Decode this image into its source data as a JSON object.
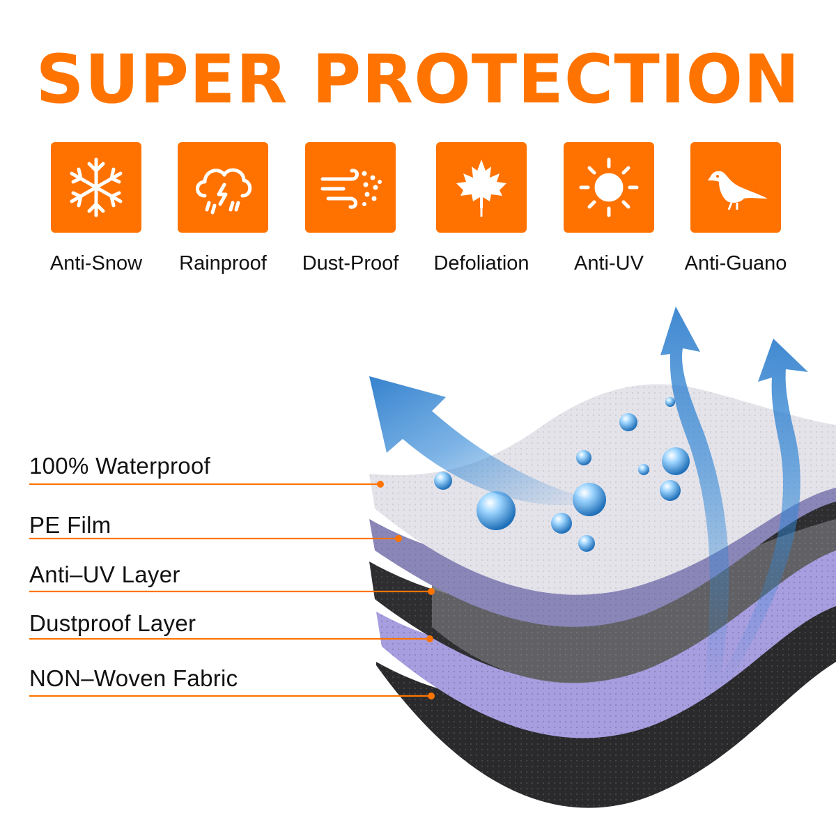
{
  "title": "SUPER PROTECTION",
  "features": [
    {
      "label": "Anti-Snow",
      "icon": "snowflake-icon"
    },
    {
      "label": "Rainproof",
      "icon": "storm-cloud-icon"
    },
    {
      "label": "Dust-Proof",
      "icon": "wind-dust-icon"
    },
    {
      "label": "Defoliation",
      "icon": "maple-leaf-icon"
    },
    {
      "label": "Anti-UV",
      "icon": "sun-icon"
    },
    {
      "label": "Anti-Guano",
      "icon": "bird-icon"
    }
  ],
  "layers": [
    {
      "label": "100% Waterproof"
    },
    {
      "label": "PE Film"
    },
    {
      "label": "Anti–UV Layer"
    },
    {
      "label": "Dustproof Layer"
    },
    {
      "label": "NON–Woven Fabric"
    }
  ],
  "colors": {
    "accent": "#ff7400",
    "arrow_blue": "#2f86d6",
    "layer_white": "#e4e3ea",
    "layer_purple": "#8a86b8",
    "layer_dark": "#2a2a2c",
    "layer_lavender": "#a79ee0"
  }
}
